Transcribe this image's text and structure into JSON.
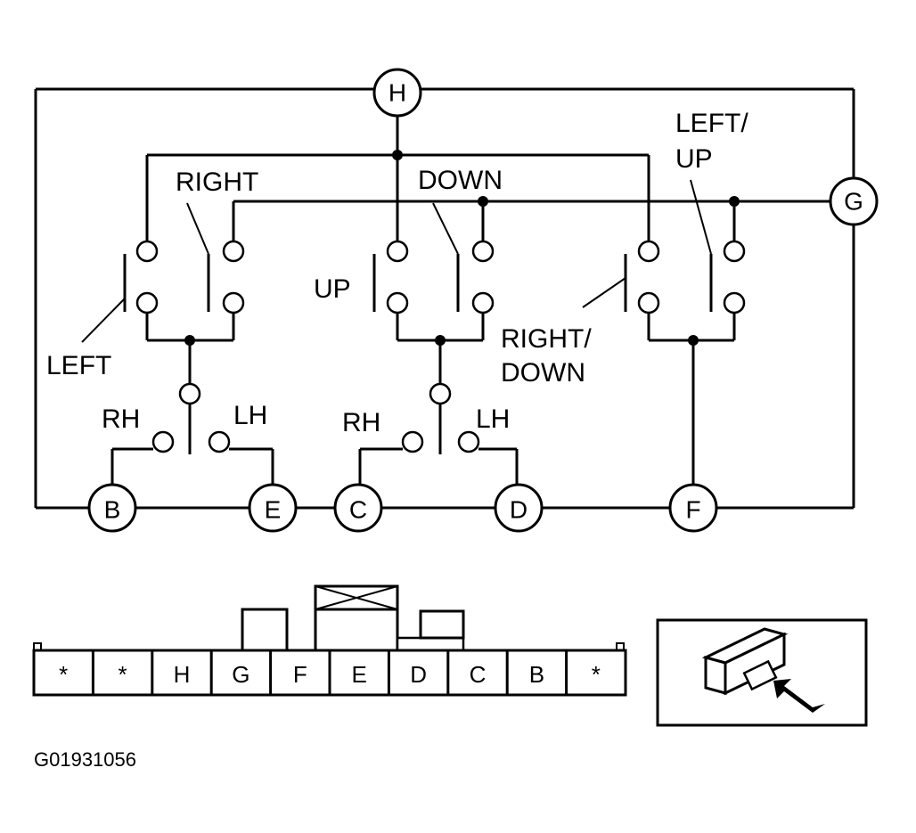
{
  "diagram": {
    "nodes": {
      "H": "H",
      "G": "G",
      "B": "B",
      "E": "E",
      "C": "C",
      "D": "D",
      "F": "F"
    },
    "labels": {
      "right": "RIGHT",
      "down": "DOWN",
      "left_up_1": "LEFT/",
      "left_up_2": "UP",
      "up": "UP",
      "left": "LEFT",
      "right_down_1": "RIGHT/",
      "right_down_2": "DOWN",
      "rh_1": "RH",
      "lh_1": "LH",
      "rh_2": "RH",
      "lh_2": "LH"
    }
  },
  "connector": {
    "pins": [
      "*",
      "*",
      "H",
      "G",
      "F",
      "E",
      "D",
      "C",
      "B",
      "*"
    ]
  },
  "figure_code": "G01931056"
}
